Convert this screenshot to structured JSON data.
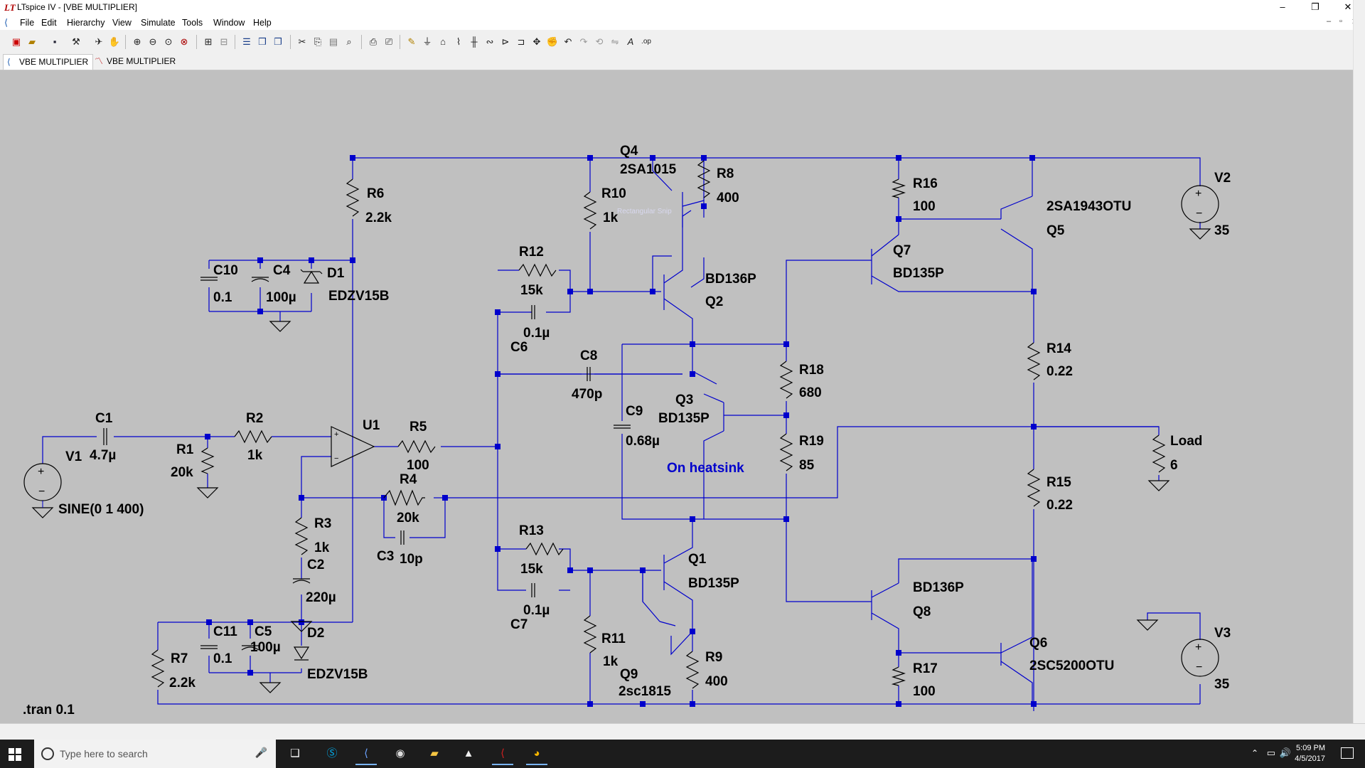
{
  "window": {
    "title": "LTspice IV - [VBE MULTIPLIER]",
    "app_icon_glyph": "LT",
    "minimize_glyph": "–",
    "maximize_glyph": "❐",
    "close_glyph": "✕",
    "mdi_minimize_glyph": "–",
    "mdi_restore_glyph": "▫",
    "mdi_close_glyph": "✕"
  },
  "menu": {
    "items": [
      "File",
      "Edit",
      "Hierarchy",
      "View",
      "Simulate",
      "Tools",
      "Window",
      "Help"
    ]
  },
  "toolbar": {
    "icons": [
      "new-schematic-icon",
      "open-icon",
      "save-icon",
      "control-panel-icon",
      "run-icon",
      "halt-icon",
      "zoom-in-icon",
      "zoom-out-icon",
      "zoom-fit-icon",
      "zoom-cancel-icon",
      "autorange-icon",
      "tile-icon",
      "cascade-icon",
      "close-all-icon",
      "cut-icon",
      "copy-icon",
      "paste-icon",
      "find-icon",
      "print-icon",
      "print-preview-icon",
      "draw-wire-icon",
      "ground-icon",
      "label-net-icon",
      "resistor-icon",
      "capacitor-icon",
      "inductor-icon",
      "diode-icon",
      "component-icon",
      "move-icon",
      "drag-icon",
      "undo-icon",
      "redo-icon",
      "rotate-icon",
      "mirror-icon",
      "text-icon",
      "spice-directive-icon"
    ]
  },
  "tabs": [
    {
      "label": "VBE MULTIPLIER",
      "icon": "schematic-icon"
    },
    {
      "label": "VBE MULTIPLIER",
      "icon": "waveform-icon"
    }
  ],
  "schematic": {
    "components": {
      "V1": {
        "ref": "V1",
        "value": "SINE(0 1 400)"
      },
      "C1": {
        "ref": "C1",
        "value": "4.7µ"
      },
      "R1": {
        "ref": "R1",
        "value": "20k"
      },
      "R2": {
        "ref": "R2",
        "value": "1k"
      },
      "U1": {
        "ref": "U1"
      },
      "R5": {
        "ref": "R5",
        "value": "100"
      },
      "R4": {
        "ref": "R4",
        "value": "20k"
      },
      "C3": {
        "ref": "C3",
        "value": "10p"
      },
      "R3": {
        "ref": "R3",
        "value": "1k"
      },
      "C2": {
        "ref": "C2",
        "value": "220µ"
      },
      "R6": {
        "ref": "R6",
        "value": "2.2k"
      },
      "C10": {
        "ref": "C10",
        "value": "0.1"
      },
      "C4": {
        "ref": "C4",
        "value": "100µ"
      },
      "D1": {
        "ref": "D1",
        "value": "EDZV15B"
      },
      "R7": {
        "ref": "R7",
        "value": "2.2k"
      },
      "C11": {
        "ref": "C11",
        "value": "0.1"
      },
      "C5": {
        "ref": "C5",
        "value": "100µ"
      },
      "D2": {
        "ref": "D2",
        "value": "EDZV15B"
      },
      "Q4": {
        "ref": "Q4",
        "value": "2SA1015"
      },
      "R10": {
        "ref": "R10",
        "value": "1k"
      },
      "R8": {
        "ref": "R8",
        "value": "400"
      },
      "R12": {
        "ref": "R12",
        "value": "15k"
      },
      "C6": {
        "ref": "C6",
        "value": "0.1µ"
      },
      "Q2": {
        "ref": "Q2",
        "value": "BD136P"
      },
      "C8": {
        "ref": "C8",
        "value": "470p"
      },
      "C9": {
        "ref": "C9",
        "value": "0.68µ"
      },
      "Q3": {
        "ref": "Q3",
        "value": "BD135P"
      },
      "R18": {
        "ref": "R18",
        "value": "680"
      },
      "R19": {
        "ref": "R19",
        "value": "85"
      },
      "R13": {
        "ref": "R13",
        "value": "15k"
      },
      "C7": {
        "ref": "C7",
        "value": "0.1µ"
      },
      "Q1": {
        "ref": "Q1",
        "value": "BD135P"
      },
      "R11": {
        "ref": "R11",
        "value": "1k"
      },
      "Q9": {
        "ref": "Q9",
        "value": "2sc1815"
      },
      "R9": {
        "ref": "R9",
        "value": "400"
      },
      "R16": {
        "ref": "R16",
        "value": "100"
      },
      "Q7": {
        "ref": "Q7",
        "value": "BD135P"
      },
      "Q5": {
        "ref": "Q5",
        "value": "2SA1943OTU"
      },
      "R14": {
        "ref": "R14",
        "value": "0.22"
      },
      "R15": {
        "ref": "R15",
        "value": "0.22"
      },
      "Q8": {
        "ref": "Q8",
        "value": "BD136P"
      },
      "R17": {
        "ref": "R17",
        "value": "100"
      },
      "Q6": {
        "ref": "Q6",
        "value": "2SC5200OTU"
      },
      "V2": {
        "ref": "V2",
        "value": "35"
      },
      "V3": {
        "ref": "V3",
        "value": "35"
      },
      "Load": {
        "ref": "Load",
        "value": "6"
      }
    },
    "comment": "On heatsink",
    "directive": ".tran 0.1",
    "snip_ghost": "Rectangular Snip",
    "colors": {
      "wire": "#0000cc",
      "canvas": "#c0c0c0",
      "text": "#000000",
      "comment": "#0000cc"
    }
  },
  "taskbar": {
    "search_placeholder": "Type here to search",
    "apps": [
      "task-view-icon",
      "skype-icon",
      "ltspice-icon",
      "app-icon",
      "file-explorer-icon",
      "photos-icon",
      "ltspice-red-icon",
      "chrome-icon"
    ],
    "time": "5:09 PM",
    "date": "4/5/2017"
  }
}
